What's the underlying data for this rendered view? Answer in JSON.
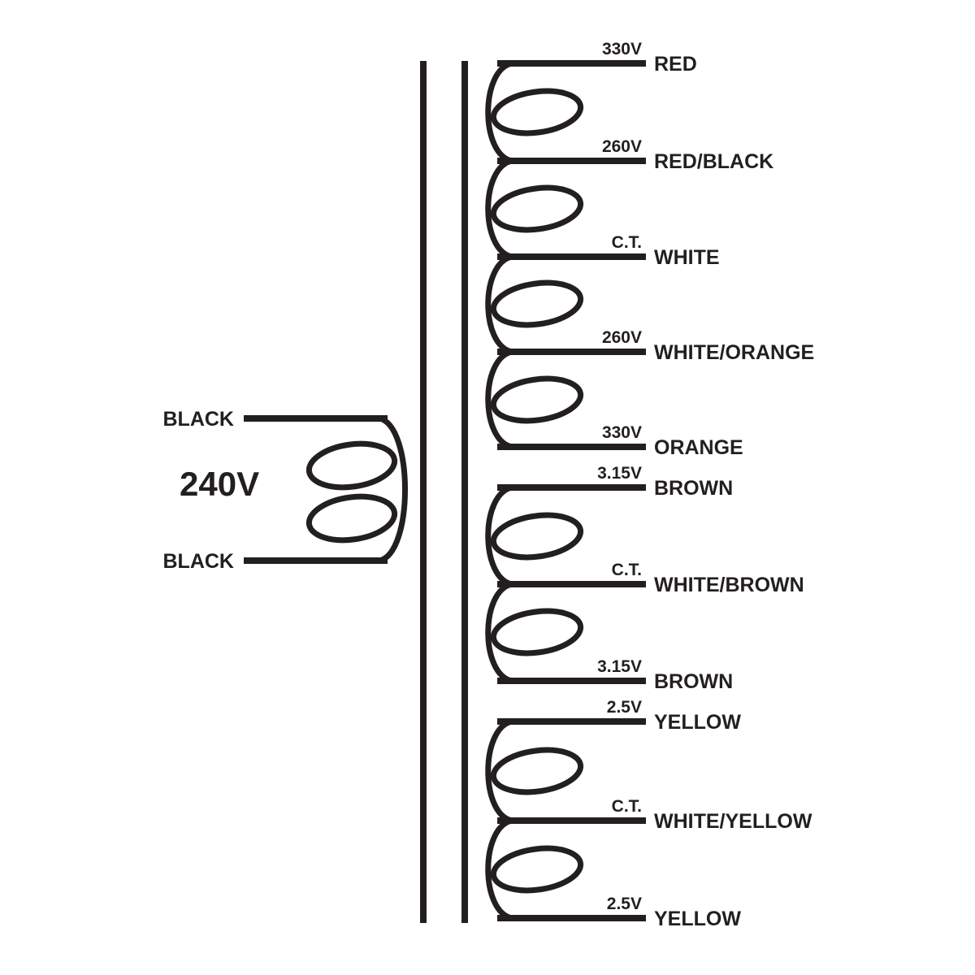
{
  "colors": {
    "line": "#231f20",
    "background": "#ffffff"
  },
  "primary": {
    "top_label": "BLACK",
    "voltage": "240V",
    "bottom_label": "BLACK"
  },
  "secondary_taps": [
    {
      "voltage": "330V",
      "wire": "RED"
    },
    {
      "voltage": "260V",
      "wire": "RED/BLACK"
    },
    {
      "voltage": "C.T.",
      "wire": "WHITE"
    },
    {
      "voltage": "260V",
      "wire": "WHITE/ORANGE"
    },
    {
      "voltage": "330V",
      "wire": "ORANGE"
    },
    {
      "voltage": "3.15V",
      "wire": "BROWN"
    },
    {
      "voltage": "C.T.",
      "wire": "WHITE/BROWN"
    },
    {
      "voltage": "3.15V",
      "wire": "BROWN"
    },
    {
      "voltage": "2.5V",
      "wire": "YELLOW"
    },
    {
      "voltage": "C.T.",
      "wire": "WHITE/YELLOW"
    },
    {
      "voltage": "2.5V",
      "wire": "YELLOW"
    }
  ]
}
